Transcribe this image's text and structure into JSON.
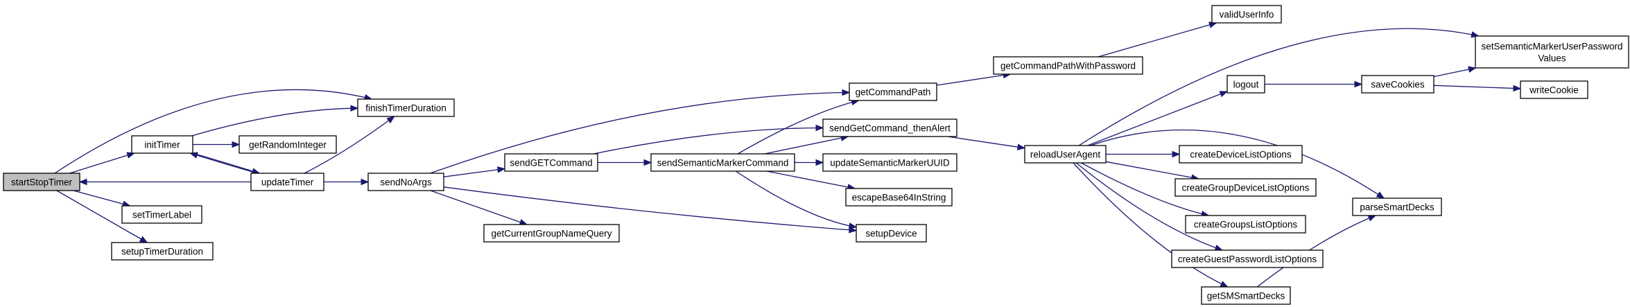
{
  "colors": {
    "edge": "#191970",
    "node_fill": "#ffffff",
    "root_fill": "#bfbfbf",
    "border": "#000000"
  },
  "nodes": {
    "startStopTimer": {
      "label": [
        "startStopTimer"
      ],
      "root": true
    },
    "initTimer": {
      "label": [
        "initTimer"
      ]
    },
    "finishTimerDuration": {
      "label": [
        "finishTimerDuration"
      ]
    },
    "getRandomInteger": {
      "label": [
        "getRandomInteger"
      ]
    },
    "updateTimer": {
      "label": [
        "updateTimer"
      ]
    },
    "setTimerLabel": {
      "label": [
        "setTimerLabel"
      ]
    },
    "setupTimerDuration": {
      "label": [
        "setupTimerDuration"
      ]
    },
    "sendNoArgs": {
      "label": [
        "sendNoArgs"
      ]
    },
    "getCommandPath": {
      "label": [
        "getCommandPath"
      ]
    },
    "sendGETCommand": {
      "label": [
        "sendGETCommand"
      ]
    },
    "getCurrentGroupNameQuery": {
      "label": [
        "getCurrentGroupNameQuery"
      ]
    },
    "setupDevice": {
      "label": [
        "setupDevice"
      ]
    },
    "sendSemanticMarkerCommand": {
      "label": [
        "sendSemanticMarkerCommand"
      ]
    },
    "sendGetCommand_thenAlert": {
      "label": [
        "sendGetCommand_thenAlert"
      ]
    },
    "updateSemanticMarkerUUID": {
      "label": [
        "updateSemanticMarkerUUID"
      ]
    },
    "escapeBase64InString": {
      "label": [
        "escapeBase64InString"
      ]
    },
    "getCommandPathWithPassword": {
      "label": [
        "getCommandPathWithPassword"
      ]
    },
    "validUserInfo": {
      "label": [
        "validUserInfo"
      ]
    },
    "reloadUserAgent": {
      "label": [
        "reloadUserAgent"
      ]
    },
    "logout": {
      "label": [
        "logout"
      ]
    },
    "saveCookies": {
      "label": [
        "saveCookies"
      ]
    },
    "setSemanticMarkerUserPasswordValues": {
      "label": [
        "setSemanticMarkerUserPassword",
        "Values"
      ]
    },
    "writeCookie": {
      "label": [
        "writeCookie"
      ]
    },
    "createDeviceListOptions": {
      "label": [
        "createDeviceListOptions"
      ]
    },
    "createGroupDeviceListOptions": {
      "label": [
        "createGroupDeviceListOptions"
      ]
    },
    "createGroupsListOptions": {
      "label": [
        "createGroupsListOptions"
      ]
    },
    "createGuestPasswordListOptions": {
      "label": [
        "createGuestPasswordListOptions"
      ]
    },
    "getSMSmartDecks": {
      "label": [
        "getSMSmartDecks"
      ]
    },
    "parseSmartDecks": {
      "label": [
        "parseSmartDecks"
      ]
    }
  },
  "edges": [
    [
      "startStopTimer",
      "initTimer"
    ],
    [
      "startStopTimer",
      "finishTimerDuration"
    ],
    [
      "startStopTimer",
      "setTimerLabel"
    ],
    [
      "startStopTimer",
      "setupTimerDuration"
    ],
    [
      "initTimer",
      "finishTimerDuration"
    ],
    [
      "initTimer",
      "getRandomInteger"
    ],
    [
      "initTimer",
      "updateTimer"
    ],
    [
      "updateTimer",
      "startStopTimer"
    ],
    [
      "updateTimer",
      "finishTimerDuration"
    ],
    [
      "updateTimer",
      "initTimer"
    ],
    [
      "updateTimer",
      "sendNoArgs"
    ],
    [
      "sendNoArgs",
      "getCommandPath"
    ],
    [
      "sendNoArgs",
      "sendGETCommand"
    ],
    [
      "sendNoArgs",
      "getCurrentGroupNameQuery"
    ],
    [
      "sendNoArgs",
      "setupDevice"
    ],
    [
      "sendGETCommand",
      "sendGetCommand_thenAlert"
    ],
    [
      "sendGETCommand",
      "sendSemanticMarkerCommand"
    ],
    [
      "sendSemanticMarkerCommand",
      "getCommandPath"
    ],
    [
      "sendSemanticMarkerCommand",
      "sendGetCommand_thenAlert"
    ],
    [
      "sendSemanticMarkerCommand",
      "updateSemanticMarkerUUID"
    ],
    [
      "sendSemanticMarkerCommand",
      "escapeBase64InString"
    ],
    [
      "sendSemanticMarkerCommand",
      "setupDevice"
    ],
    [
      "getCommandPath",
      "getCommandPathWithPassword"
    ],
    [
      "getCommandPathWithPassword",
      "validUserInfo"
    ],
    [
      "sendGetCommand_thenAlert",
      "reloadUserAgent"
    ],
    [
      "reloadUserAgent",
      "setSemanticMarkerUserPasswordValues"
    ],
    [
      "reloadUserAgent",
      "logout"
    ],
    [
      "reloadUserAgent",
      "parseSmartDecks"
    ],
    [
      "reloadUserAgent",
      "createDeviceListOptions"
    ],
    [
      "reloadUserAgent",
      "createGroupDeviceListOptions"
    ],
    [
      "reloadUserAgent",
      "createGroupsListOptions"
    ],
    [
      "reloadUserAgent",
      "createGuestPasswordListOptions"
    ],
    [
      "reloadUserAgent",
      "getSMSmartDecks"
    ],
    [
      "logout",
      "saveCookies"
    ],
    [
      "saveCookies",
      "setSemanticMarkerUserPasswordValues"
    ],
    [
      "saveCookies",
      "writeCookie"
    ],
    [
      "getSMSmartDecks",
      "parseSmartDecks"
    ]
  ]
}
